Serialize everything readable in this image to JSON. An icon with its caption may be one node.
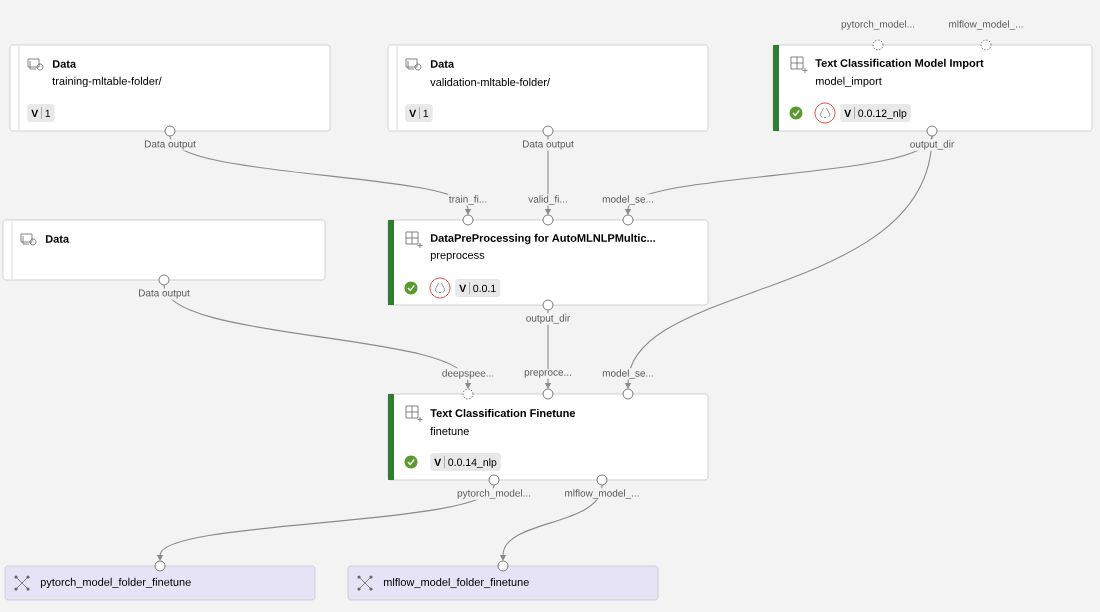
{
  "diagram": {
    "nodes": [
      {
        "text": [
          "Data",
          "training-mltable-folder/",
          "V",
          "1"
        ],
        "beside": [
          "Data output"
        ]
      },
      {
        "text": [
          "Data",
          "validation-mltable-folder/",
          "V",
          "1"
        ],
        "beside": [
          "Data output"
        ]
      },
      {
        "text": [
          "Text Classification Model Import",
          "model_import",
          "V",
          "0.0.12_nlp"
        ],
        "beside": [
          "pytorch_model...",
          "mlflow_model_...",
          "output_dir"
        ]
      },
      {
        "text": [
          "Data"
        ],
        "beside": [
          "Data output"
        ]
      },
      {
        "text": [
          "DataPreProcessing for AutoMLNLPMultic...",
          "preprocess",
          "V",
          "0.0.1"
        ],
        "beside": [
          "train_fi...",
          "valid_fi...",
          "model_se...",
          "output_dir"
        ]
      },
      {
        "text": [
          "Text Classification Finetune",
          "finetune",
          "V",
          "0.0.14_nlp"
        ],
        "beside": [
          "deepspee...",
          "preproce...",
          "model_se...",
          "pytorch_model...",
          "mlflow_model_..."
        ]
      },
      {
        "text": [
          "pytorch_model_folder_finetune"
        ]
      },
      {
        "text": [
          "mlflow_model_folder_finetune"
        ]
      }
    ],
    "edges": [
      {
        "from": 0,
        "to": 4,
        "arrow": "to"
      },
      {
        "from": 1,
        "to": 4,
        "arrow": "to"
      },
      {
        "from": 2,
        "to": 4,
        "arrow": "to"
      },
      {
        "from": 3,
        "to": 5,
        "arrow": "to"
      },
      {
        "from": 4,
        "to": 5,
        "arrow": "to"
      },
      {
        "from": 2,
        "to": 5,
        "arrow": "to"
      },
      {
        "from": 5,
        "to": 6,
        "arrow": "to"
      },
      {
        "from": 5,
        "to": 7,
        "arrow": "to"
      }
    ]
  }
}
